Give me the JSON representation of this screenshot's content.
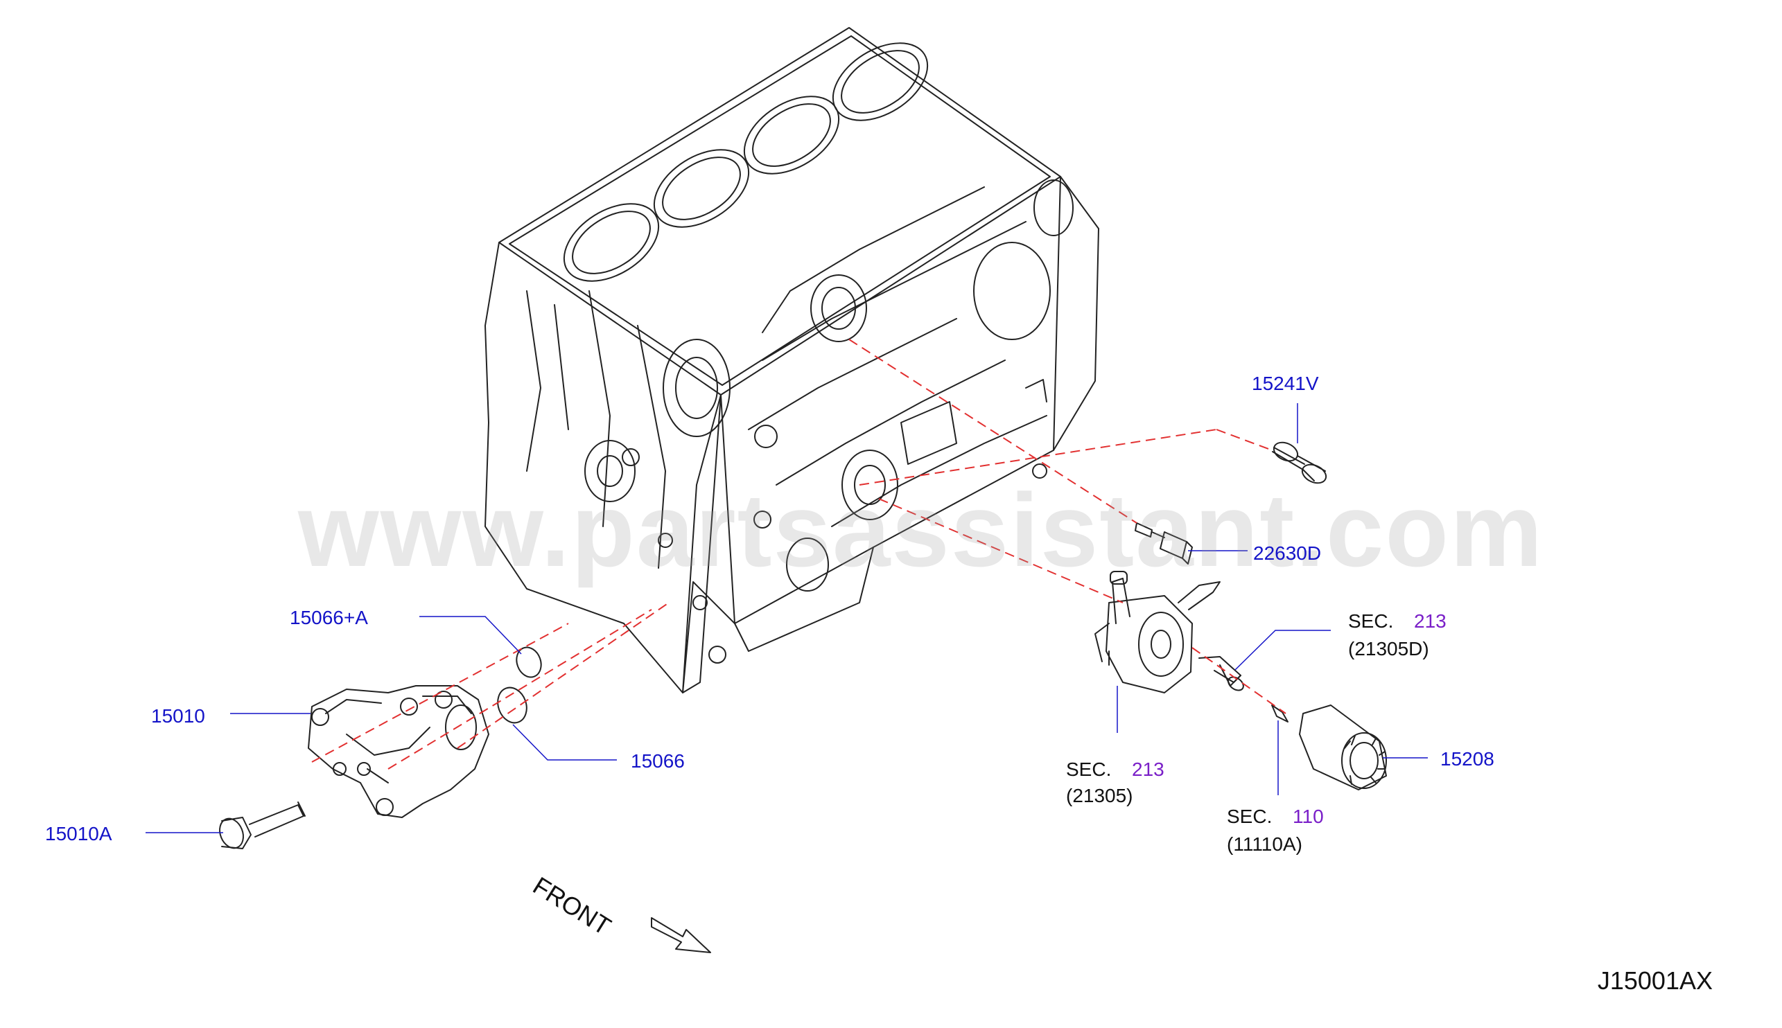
{
  "watermark": "www.partsassistant.com",
  "diagram_code": "J15001AX",
  "front_label": "FRONT",
  "colors": {
    "part_number": "#1414c8",
    "section_ref": "#7a1fc8",
    "leader_dash": "#e23030",
    "line_art": "#222222"
  },
  "parts": {
    "p15241V": "15241V",
    "p22630D": "22630D",
    "p15066A": "15066+A",
    "p15010": "15010",
    "p15066": "15066",
    "p15010A": "15010A",
    "p15208": "15208"
  },
  "sections": {
    "cooler_bolt": {
      "prefix": "SEC.",
      "number": "213",
      "part": "(21305D)"
    },
    "oil_cooler": {
      "prefix": "SEC.",
      "number": "213",
      "part": "(21305)"
    },
    "stud": {
      "prefix": "SEC.",
      "number": "110",
      "part": "(11110A)"
    }
  }
}
